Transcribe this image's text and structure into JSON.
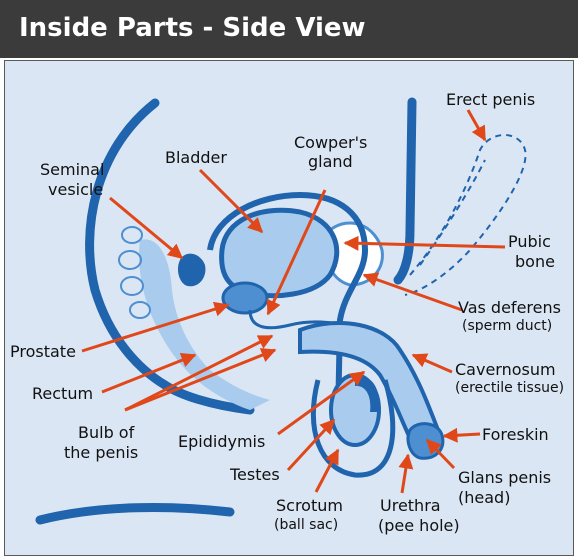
{
  "title": "Inside Parts - Side View",
  "colors": {
    "header": "#3b3b3b",
    "panel": "#dbe6f4",
    "organ_dark": "#1f64ad",
    "organ_mid": "#4d8fd0",
    "organ_light": "#a9cbed",
    "pointer": "#e0481a"
  },
  "labels": {
    "seminal_vesicle_1": "Seminal",
    "seminal_vesicle_2": "vesicle",
    "bladder": "Bladder",
    "cowpers_1": "Cowper's",
    "cowpers_2": "gland",
    "erect_penis": "Erect penis",
    "pubic_1": "Pubic",
    "pubic_2": "bone",
    "vas_deferens": "Vas deferens",
    "vas_deferens_sub": "(sperm duct)",
    "prostate": "Prostate",
    "cavernosum": "Cavernosum",
    "cavernosum_sub": "(erectile tissue)",
    "rectum": "Rectum",
    "foreskin": "Foreskin",
    "bulb_1": "Bulb of",
    "bulb_2": "the penis",
    "epididymis": "Epididymis",
    "glans_1": "Glans penis",
    "glans_2": "(head)",
    "testes": "Testes",
    "scrotum": "Scrotum",
    "scrotum_sub": "(ball sac)",
    "urethra": "Urethra",
    "urethra_sub": "(pee hole)"
  }
}
